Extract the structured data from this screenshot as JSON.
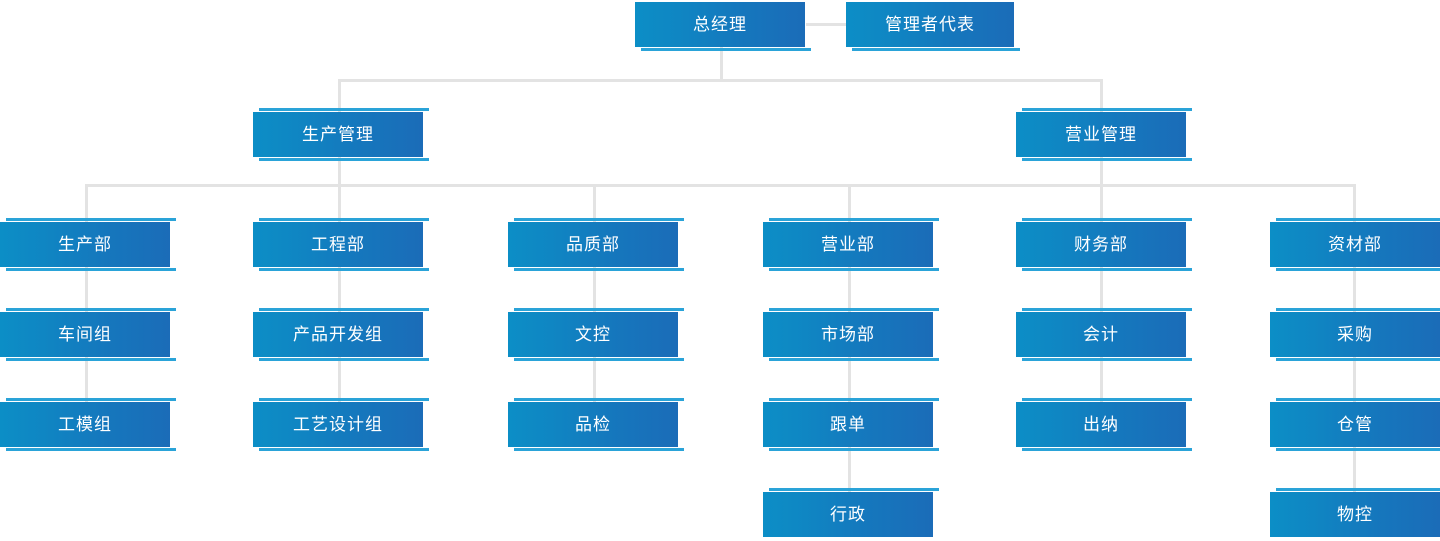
{
  "diagram": {
    "type": "organization-chart",
    "title": "",
    "colors": {
      "node_gradient_start": "#0c8ec6",
      "node_gradient_end": "#1b6cb8",
      "node_accent_rail": "#2aa3d8",
      "connector_line": "#e3e3e3",
      "node_text": "#ffffff",
      "background": "#ffffff"
    },
    "levels": {
      "top": "总经理",
      "staff": "管理者代表",
      "divisions": [
        "生产管理",
        "营业管理"
      ],
      "departments": [
        "生产部",
        "工程部",
        "品质部",
        "营业部",
        "财务部",
        "资材部"
      ]
    },
    "nodes": {
      "general_manager": {
        "label": "总经理"
      },
      "management_rep": {
        "label": "管理者代表"
      },
      "production_mgmt": {
        "label": "生产管理"
      },
      "sales_mgmt": {
        "label": "营业管理"
      },
      "col1": {
        "head": "生产部",
        "sub": [
          "车间组",
          "工模组"
        ]
      },
      "col2": {
        "head": "工程部",
        "sub": [
          "产品开发组",
          "工艺设计组"
        ]
      },
      "col3": {
        "head": "品质部",
        "sub": [
          "文控",
          "品检"
        ]
      },
      "col4": {
        "head": "营业部",
        "sub": [
          "市场部",
          "跟单",
          "行政"
        ]
      },
      "col5": {
        "head": "财务部",
        "sub": [
          "会计",
          "出纳"
        ]
      },
      "col6": {
        "head": "资材部",
        "sub": [
          "采购",
          "仓管",
          "物控"
        ]
      }
    }
  }
}
